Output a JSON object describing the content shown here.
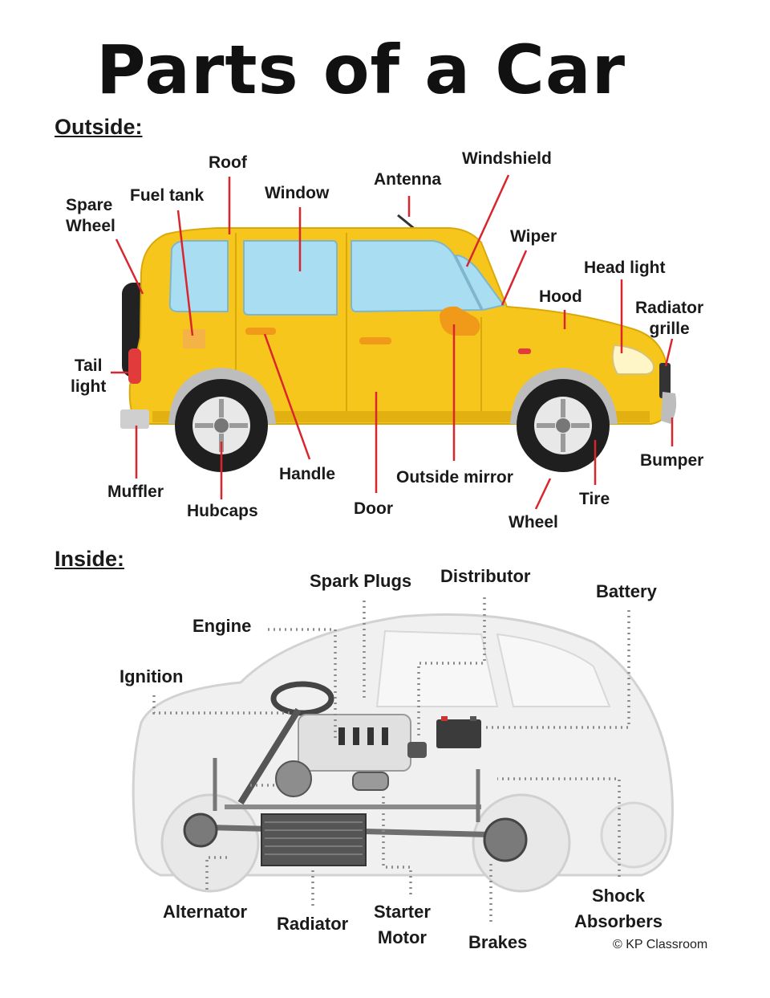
{
  "title": "Parts of a Car",
  "sections": {
    "outside": "Outside:",
    "inside": "Inside:"
  },
  "outside_labels": {
    "roof": "Roof",
    "fuel_tank": "Fuel tank",
    "window": "Window",
    "antenna": "Antenna",
    "windshield": "Windshield",
    "spare_wheel": [
      "Spare",
      "Wheel"
    ],
    "wiper": "Wiper",
    "head_light": "Head light",
    "hood": "Hood",
    "radiator_grille": [
      "Radiator",
      "grille"
    ],
    "tail_light": [
      "Tail",
      "light"
    ],
    "bumper": "Bumper",
    "muffler": "Muffler",
    "hubcaps": "Hubcaps",
    "handle": "Handle",
    "door": "Door",
    "outside_mirror": "Outside mirror",
    "wheel": "Wheel",
    "tire": "Tire"
  },
  "inside_labels": {
    "spark_plugs": "Spark Plugs",
    "distributor": "Distributor",
    "battery": "Battery",
    "engine": "Engine",
    "ignition": "Ignition",
    "alternator": "Alternator",
    "radiator": "Radiator",
    "starter_motor": [
      "Starter",
      "Motor"
    ],
    "brakes": "Brakes",
    "shock_absorbers": [
      "Shock",
      "Absorbers"
    ]
  },
  "copyright": "© KP Classroom",
  "colors": {
    "car_body": "#F7C61D",
    "window": "#A9DDF2",
    "pointer": "#D9262E",
    "dotted": "#8a8a8a"
  }
}
